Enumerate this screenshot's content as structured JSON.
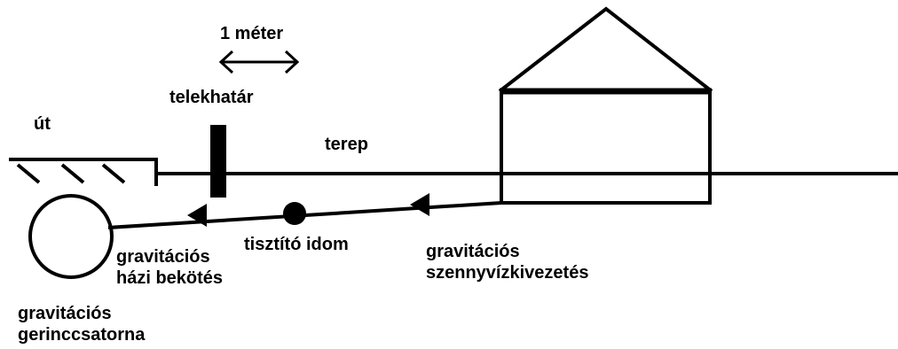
{
  "labels": {
    "scale": "1 méter",
    "boundary": "telekhatár",
    "road": "út",
    "terrain": "terep",
    "cleanout": "tisztító idom",
    "house_connection": [
      "gravitációs",
      "házi bekötés"
    ],
    "sewage_outlet": [
      "gravitációs",
      "szennyvízkivezetés"
    ],
    "main_sewer": [
      "gravitációs",
      "gerinccsatorna"
    ]
  },
  "colors": {
    "ink": "#000000",
    "background": "#ffffff"
  }
}
